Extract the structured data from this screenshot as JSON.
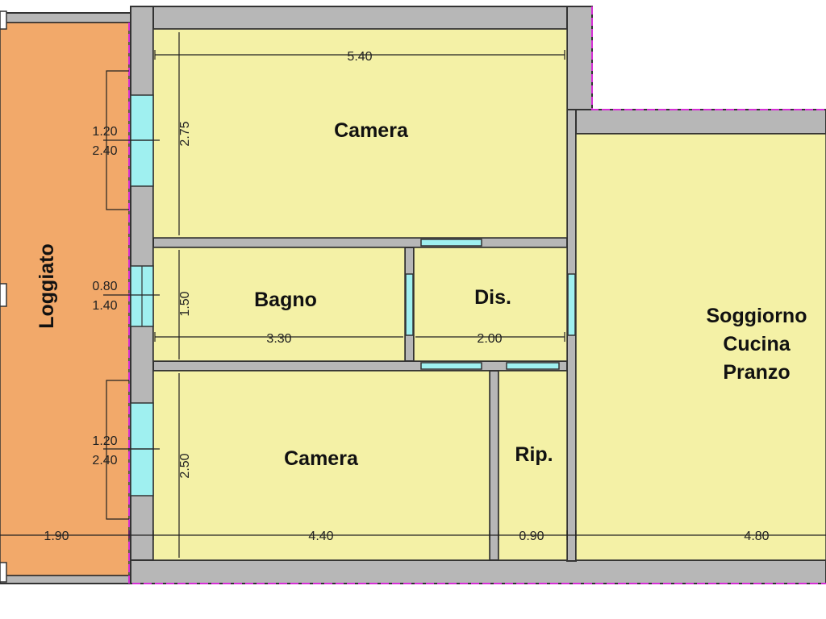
{
  "colors": {
    "wall": "#b7b7b7",
    "wall_outline": "#333333",
    "room": "#f4f1a6",
    "loggia": "#f2a96a",
    "window": "#9ff0f0",
    "boundary": "#d62fd6",
    "dimension": "#222222"
  },
  "rooms": {
    "camera_top": "Camera",
    "bagno": "Bagno",
    "dis": "Dis.",
    "camera_bottom": "Camera",
    "rip": "Rip.",
    "soggiorno_line1": "Soggiorno",
    "soggiorno_line2": "Cucina",
    "soggiorno_line3": "Pranzo",
    "loggiato": "Loggiato"
  },
  "dimensions": {
    "camera_top_width": "5.40",
    "camera_top_depth": "2.75",
    "bagno_depth": "1.50",
    "bagno_width": "3.30",
    "dis_width": "2.00",
    "camera_bottom_depth": "2.50",
    "camera_bottom_width": "4.40",
    "rip_width": "0.90",
    "soggiorno_width": "4.80",
    "loggiato_width": "1.90",
    "window_top_w": "1.20",
    "window_top_h": "2.40",
    "window_mid_w": "0.80",
    "window_mid_h": "1.40",
    "window_bottom_w": "1.20",
    "window_bottom_h": "2.40"
  }
}
